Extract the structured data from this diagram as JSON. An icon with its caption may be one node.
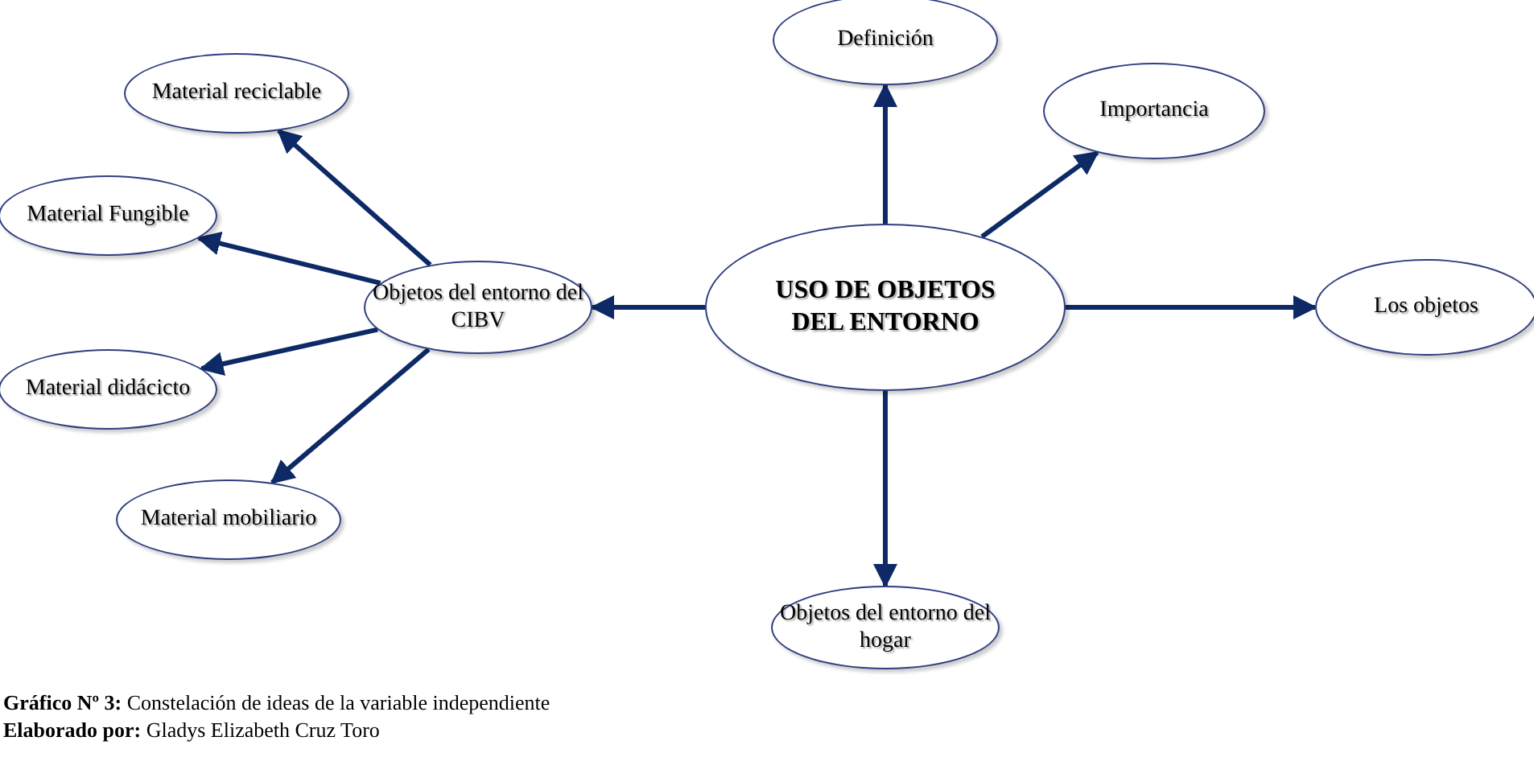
{
  "diagram": {
    "nodes": [
      {
        "text": [
          "Definición"
        ]
      },
      {
        "text": [
          "Material reciclable"
        ]
      },
      {
        "text": [
          "Importancia"
        ]
      },
      {
        "text": [
          "Material Fungible"
        ]
      },
      {
        "text": [
          "Objetos del entorno del CIBV"
        ]
      },
      {
        "text": [
          "USO DE OBJETOS DEL ENTORNO"
        ]
      },
      {
        "text": [
          "Los objetos"
        ]
      },
      {
        "text": [
          "Material didácicto"
        ]
      },
      {
        "text": [
          "Material mobiliario"
        ]
      },
      {
        "text": [
          "Objetos del entorno del hogar"
        ]
      }
    ],
    "edges": [
      {
        "from": 5,
        "to": 0,
        "arrow": "to"
      },
      {
        "from": 5,
        "to": 2,
        "arrow": "to"
      },
      {
        "from": 5,
        "to": 6,
        "arrow": "to"
      },
      {
        "from": 5,
        "to": 9,
        "arrow": "to"
      },
      {
        "from": 5,
        "to": 4,
        "arrow": "to"
      },
      {
        "from": 4,
        "to": 1,
        "arrow": "to"
      },
      {
        "from": 4,
        "to": 3,
        "arrow": "to"
      },
      {
        "from": 4,
        "to": 7,
        "arrow": "to"
      },
      {
        "from": 4,
        "to": 8,
        "arrow": "to"
      }
    ],
    "labels": [
      "**Gráfico Nº 3:** Constelación de ideas de la variable independiente",
      "**Elaborado por:** Gladys Elizabeth Cruz Toro"
    ]
  }
}
